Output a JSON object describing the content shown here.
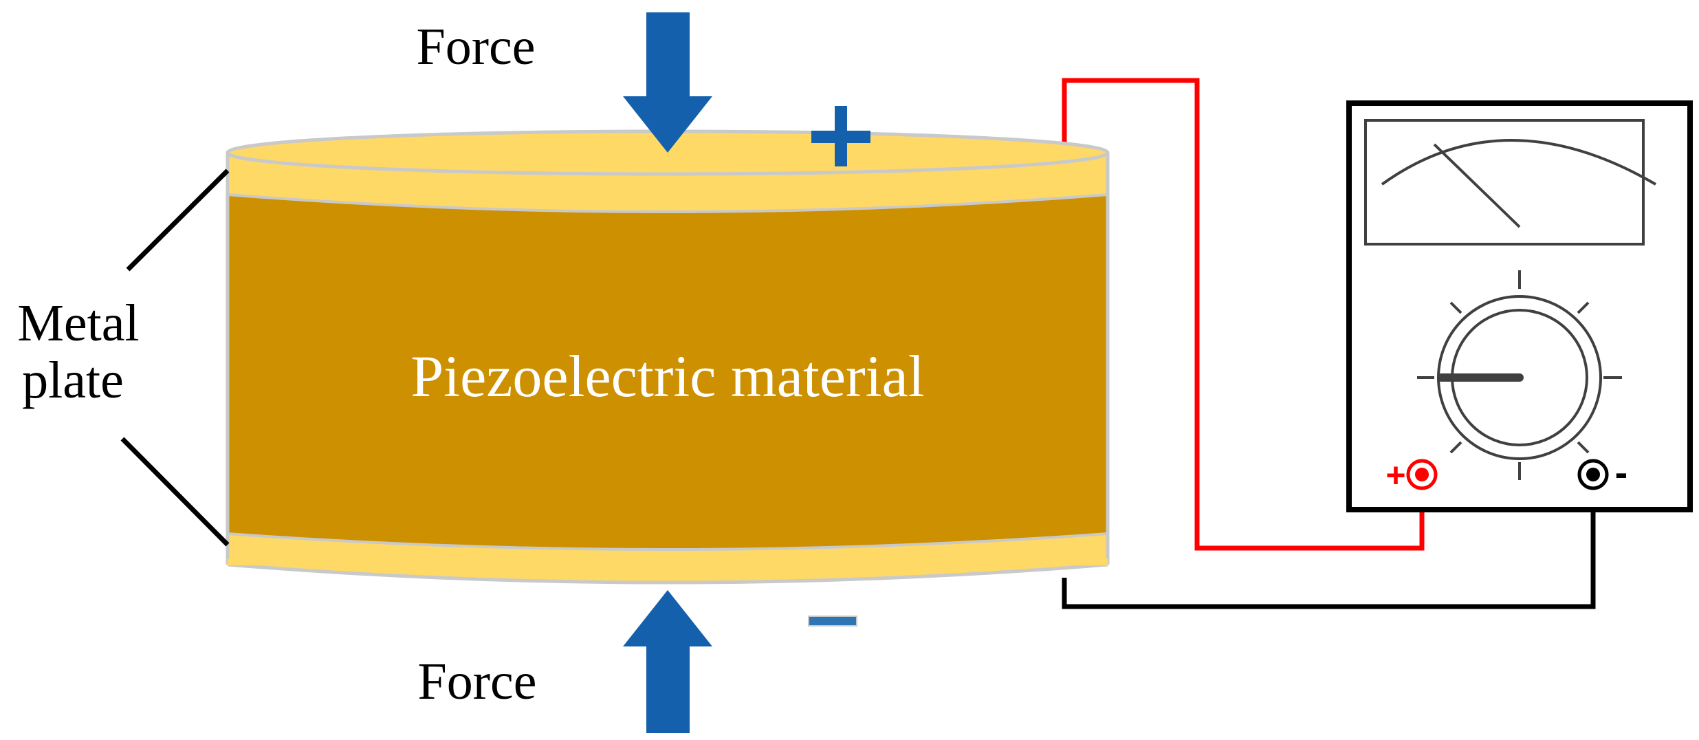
{
  "labels": {
    "force_top": "Force",
    "force_bottom": "Force",
    "metal_plate_line1": "Metal",
    "metal_plate_line2": "plate",
    "material": "Piezoelectric material",
    "terminal_plus": "+",
    "terminal_minus": "-"
  },
  "colors": {
    "plate": "#FFD966",
    "plate_edge": "#C9C9C9",
    "material": "#CC9000",
    "arrow": "#1560AC",
    "sign": "#2E75B6",
    "wire_positive": "#FF0000",
    "wire_negative": "#000000",
    "meter_frame": "#000000",
    "meter_dial": "#404040"
  },
  "icons": {
    "force_top": "down-arrow-icon",
    "force_bottom": "up-arrow-icon",
    "positive_charge": "plus-sign-icon",
    "negative_charge": "minus-sign-icon",
    "meter": "voltmeter-icon",
    "knob": "selector-knob-icon"
  }
}
